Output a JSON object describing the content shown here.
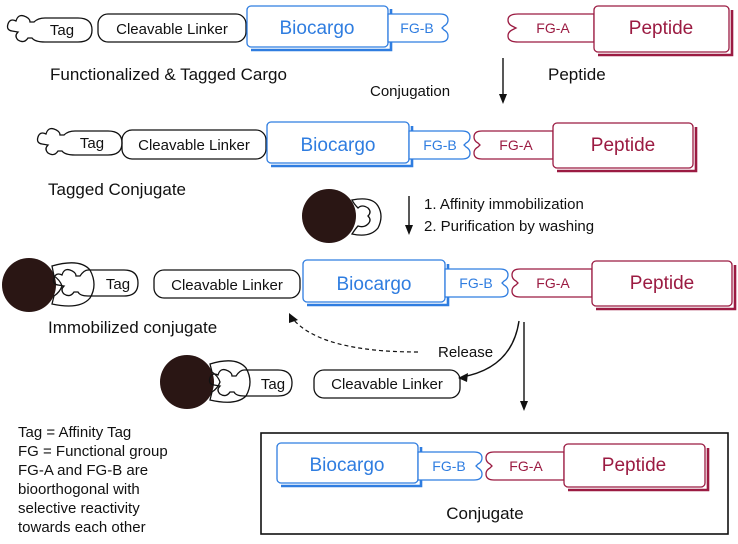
{
  "labels": {
    "tag": "Tag",
    "linker": "Cleavable Linker",
    "biocargo": "Biocargo",
    "fg_b": "FG-B",
    "fg_a": "FG-A",
    "peptide": "Peptide"
  },
  "captions": {
    "functionalized_cargo": "Functionalized & Tagged Cargo",
    "peptide": "Peptide",
    "conjugation": "Conjugation",
    "tagged_conjugate": "Tagged Conjugate",
    "step1": "1. Affinity immobilization",
    "step2": "2. Purification by washing",
    "immobilized_conjugate": "Immobilized conjugate",
    "release": "Release",
    "conjugate": "Conjugate"
  },
  "legend": [
    "Tag = Affinity Tag",
    "FG = Functional group",
    "FG-A and FG-B are",
    "bioorthogonal with",
    "selective reactivity",
    "towards each other"
  ],
  "colors": {
    "biocargo_blue": "#2f7de0",
    "peptide_red": "#9b1b42",
    "bead": "#2a1614"
  }
}
